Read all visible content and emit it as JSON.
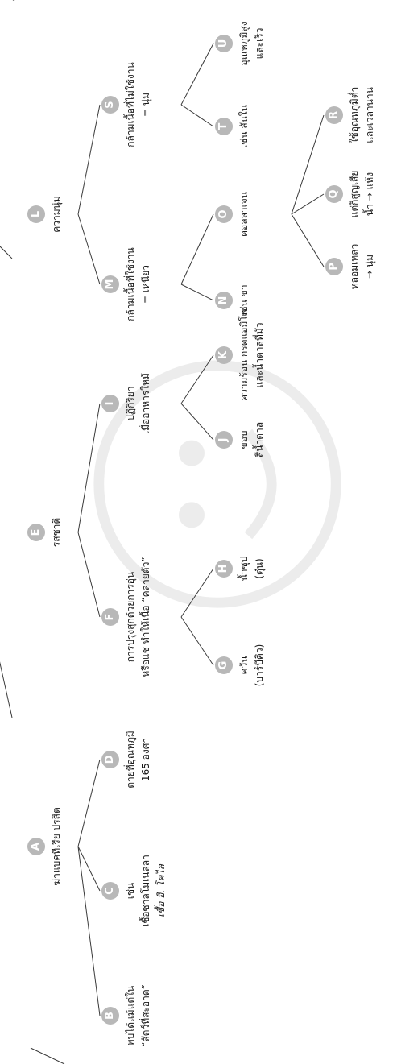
{
  "diagram": {
    "nodes": [
      {
        "id": "A",
        "label": [
          "ฆ่าแบคทีเรีย  ปรสิต"
        ]
      },
      {
        "id": "B",
        "label": [
          "พบได้แม้แต่ใน",
          "“สัตว์ที่สะอาด”"
        ]
      },
      {
        "id": "C",
        "label": [
          "เช่น",
          "เชื้อซาลโมเนลลา",
          "เชื้อ อี. โคไล"
        ]
      },
      {
        "id": "D",
        "label": [
          "ตายที่อุณหภูมิ",
          "165 องศา"
        ]
      },
      {
        "id": "E",
        "label": [
          "รสชาติ"
        ]
      },
      {
        "id": "F",
        "label": [
          "การปรุงสุกด้วยการอุ่น",
          "หรือแช่  ทำให้เนื้อ “คลายตัว”"
        ]
      },
      {
        "id": "G",
        "label": [
          "ควัน",
          "(บาร์บีคิว)"
        ]
      },
      {
        "id": "H",
        "label": [
          "น้ำซุป",
          "(ตุ๋น)"
        ]
      },
      {
        "id": "I",
        "label": [
          "ปฏิกิริยา",
          "เมื่ออาหารใหม้"
        ]
      },
      {
        "id": "J",
        "label": [
          "ขอบ",
          "สีน้ำตาล"
        ]
      },
      {
        "id": "K",
        "label": [
          "ความร้อน  กรดแอมิโน",
          "และน้ำตาลที่มัว"
        ]
      },
      {
        "id": "L",
        "label": [
          "ความนุ่ม"
        ]
      },
      {
        "id": "M",
        "label": [
          "กล้ามเนื้อที่ใช้งาน",
          "= เหนียว"
        ]
      },
      {
        "id": "N",
        "label": [
          "เช่น  ขา"
        ]
      },
      {
        "id": "O",
        "label": [
          "คอลลาเจน"
        ]
      },
      {
        "id": "P",
        "label": [
          "หลอมเหลว",
          "→  นุ่ม"
        ]
      },
      {
        "id": "Q",
        "label": [
          "แต่ก็สูญเสีย",
          "น้ำ  →  แห้ง"
        ]
      },
      {
        "id": "R",
        "label": [
          "ใช้อุณหภูมิต่ำ",
          "และเวลานาน"
        ]
      },
      {
        "id": "S",
        "label": [
          "กล้ามเนื้อที่ไม่ใช้งาน",
          "= นุ่ม"
        ]
      },
      {
        "id": "T",
        "label": [
          "เช่น  สันใน"
        ]
      },
      {
        "id": "U",
        "label": [
          "อุณหภูมิสูง",
          "และเร็ว"
        ]
      }
    ],
    "edges": [
      [
        "A",
        "B"
      ],
      [
        "A",
        "C"
      ],
      [
        "A",
        "D"
      ],
      [
        "E",
        "F"
      ],
      [
        "E",
        "I"
      ],
      [
        "F",
        "G"
      ],
      [
        "F",
        "H"
      ],
      [
        "I",
        "J"
      ],
      [
        "I",
        "K"
      ],
      [
        "L",
        "M"
      ],
      [
        "L",
        "S"
      ],
      [
        "M",
        "N"
      ],
      [
        "M",
        "O"
      ],
      [
        "O",
        "P"
      ],
      [
        "O",
        "Q"
      ],
      [
        "O",
        "R"
      ],
      [
        "S",
        "T"
      ],
      [
        "S",
        "U"
      ]
    ],
    "italic_lines": [
      [
        "C",
        2
      ]
    ]
  }
}
